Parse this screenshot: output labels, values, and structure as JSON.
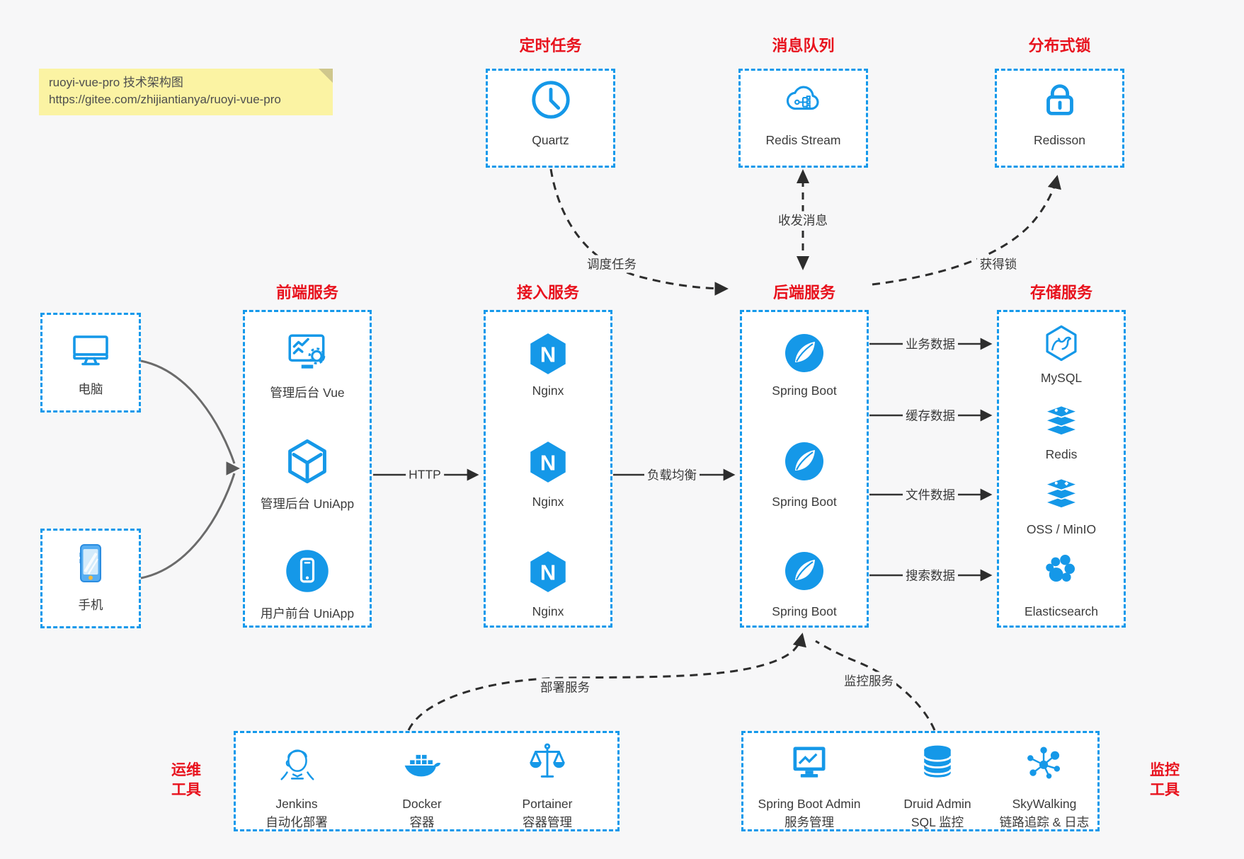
{
  "note": {
    "title": "ruoyi-vue-pro 技术架构图",
    "url": "https://gitee.com/zhijiantianya/ruoyi-vue-pro"
  },
  "colors": {
    "accent_blue": "#1499eb",
    "icon_blue": "#1598e8",
    "title_red": "#e8121d",
    "background": "#f7f7f8",
    "note_yellow": "#fbf3a3"
  },
  "top_groups": [
    {
      "title": "定时任务",
      "item_label": "Quartz",
      "icon": "clock-icon"
    },
    {
      "title": "消息队列",
      "item_label": "Redis Stream",
      "icon": "cloud-network-icon"
    },
    {
      "title": "分布式锁",
      "item_label": "Redisson",
      "icon": "lock-icon"
    }
  ],
  "clients": [
    {
      "label": "电脑",
      "icon": "desktop-icon"
    },
    {
      "label": "手机",
      "icon": "smartphone-icon"
    }
  ],
  "service_groups": [
    {
      "title": "前端服务",
      "items": [
        {
          "label": "管理后台 Vue",
          "icon": "admin-vue-icon"
        },
        {
          "label": "管理后台 UniApp",
          "icon": "uniapp-cube-icon"
        },
        {
          "label": "用户前台 UniApp",
          "icon": "mobile-app-icon"
        }
      ]
    },
    {
      "title": "接入服务",
      "items": [
        {
          "label": "Nginx",
          "icon": "nginx-icon"
        },
        {
          "label": "Nginx",
          "icon": "nginx-icon"
        },
        {
          "label": "Nginx",
          "icon": "nginx-icon"
        }
      ]
    },
    {
      "title": "后端服务",
      "items": [
        {
          "label": "Spring Boot",
          "icon": "spring-boot-icon"
        },
        {
          "label": "Spring Boot",
          "icon": "spring-boot-icon"
        },
        {
          "label": "Spring Boot",
          "icon": "spring-boot-icon"
        }
      ]
    },
    {
      "title": "存储服务",
      "items": [
        {
          "label": "MySQL",
          "icon": "mysql-icon"
        },
        {
          "label": "Redis",
          "icon": "redis-stack-icon"
        },
        {
          "label": "OSS / MinIO",
          "icon": "storage-stack-icon"
        },
        {
          "label": "Elasticsearch",
          "icon": "elasticsearch-icon"
        }
      ]
    }
  ],
  "bottom_groups": [
    {
      "side_label_line1": "运维",
      "side_label_line2": "工具",
      "items": [
        {
          "label": "Jenkins",
          "sublabel": "自动化部署",
          "icon": "jenkins-icon"
        },
        {
          "label": "Docker",
          "sublabel": "容器",
          "icon": "docker-icon"
        },
        {
          "label": "Portainer",
          "sublabel": "容器管理",
          "icon": "portainer-icon"
        }
      ]
    },
    {
      "side_label_line1": "监控",
      "side_label_line2": "工具",
      "items": [
        {
          "label": "Spring Boot Admin",
          "sublabel": "服务管理",
          "icon": "monitor-chart-icon"
        },
        {
          "label": "Druid Admin",
          "sublabel": "SQL 监控",
          "icon": "database-icon"
        },
        {
          "label": "SkyWalking",
          "sublabel": "链路追踪 & 日志",
          "icon": "topology-icon"
        }
      ]
    }
  ],
  "edges": {
    "http": "HTTP",
    "load_balance": "负载均衡",
    "schedule": "调度任务",
    "messages": "收发消息",
    "lock": "获得锁",
    "business_data": "业务数据",
    "cache_data": "缓存数据",
    "file_data": "文件数据",
    "search_data": "搜索数据",
    "deploy": "部署服务",
    "monitor": "监控服务"
  }
}
